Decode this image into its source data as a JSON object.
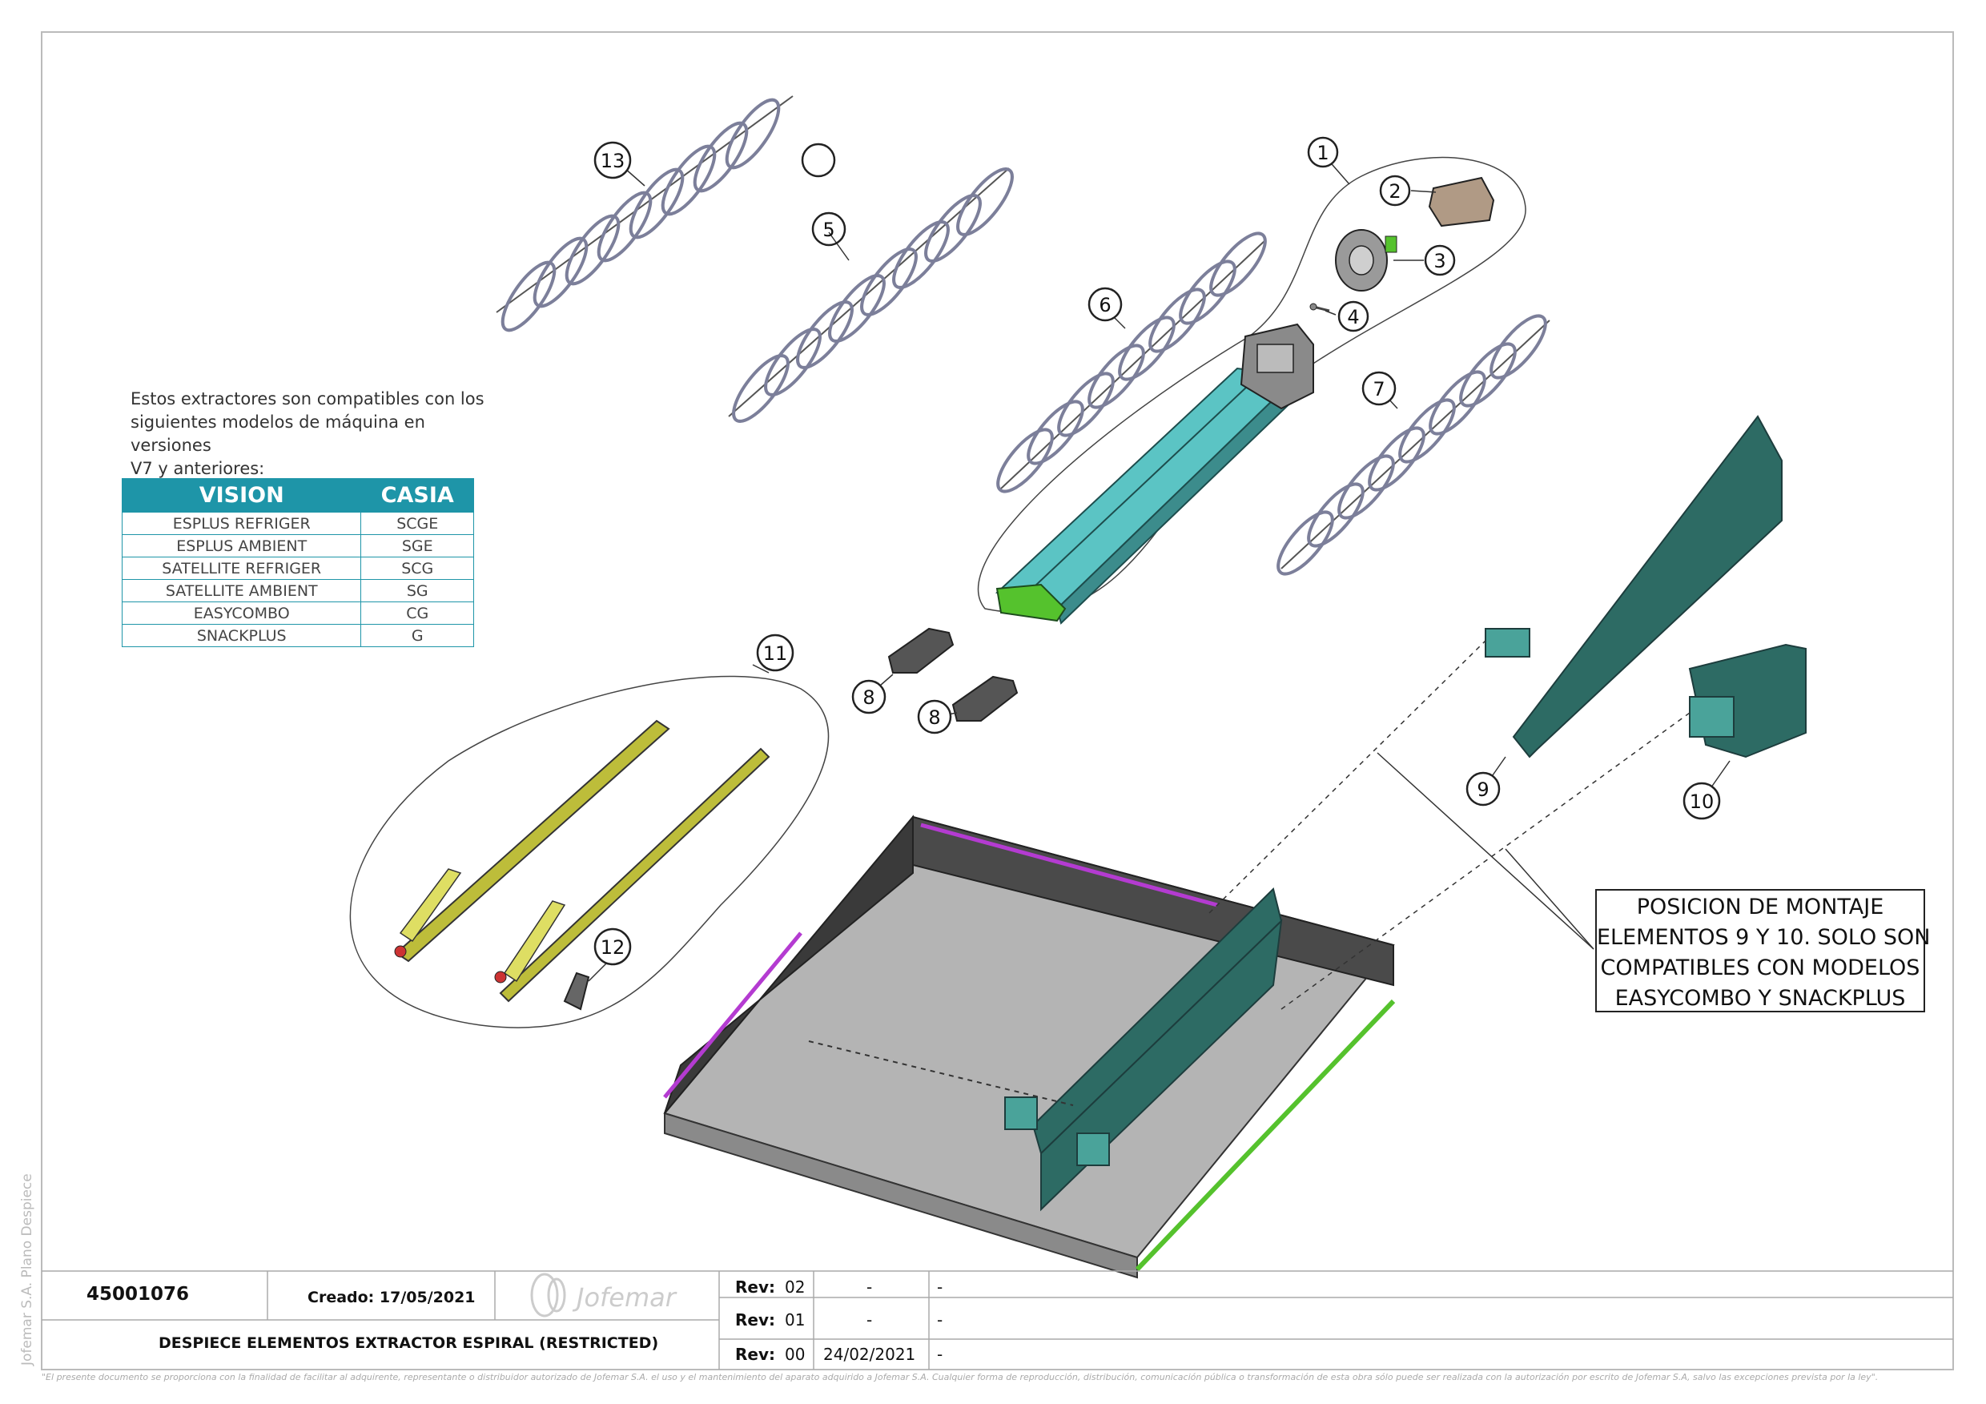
{
  "note": {
    "lines": [
      "Estos extractores son compatibles con los",
      "siguientes modelos de máquina en versiones",
      "V7 y anteriores:"
    ]
  },
  "compat_table": {
    "headers": [
      "VISION",
      "CASIA"
    ],
    "rows": [
      [
        "ESPLUS REFRIGER",
        "SCGE"
      ],
      [
        "ESPLUS AMBIENT",
        "SGE"
      ],
      [
        "SATELLITE REFRIGER",
        "SCG"
      ],
      [
        "SATELLITE AMBIENT",
        "SG"
      ],
      [
        "EASYCOMBO",
        "CG"
      ],
      [
        "SNACKPLUS",
        "G"
      ]
    ]
  },
  "callout": {
    "lines": [
      "POSICION DE MONTAJE",
      "ELEMENTOS 9 Y 10. SOLO SON",
      "COMPATIBLES CON MODELOS",
      "EASYCOMBO Y SNACKPLUS"
    ]
  },
  "balloons": [
    "1",
    "2",
    "3",
    "4",
    "5",
    "6",
    "7",
    "8",
    "8",
    "9",
    "10",
    "11",
    "12",
    "13"
  ],
  "title_block": {
    "part_number": "45001076",
    "created": "Creado: 17/05/2021",
    "logo": "Jofemar",
    "description": "DESPIECE ELEMENTOS EXTRACTOR ESPIRAL (RESTRICTED)",
    "rev_label": "Rev:",
    "revisions": [
      {
        "rev": "02",
        "date": "-",
        "note": "-"
      },
      {
        "rev": "01",
        "date": "-",
        "note": "-"
      },
      {
        "rev": "00",
        "date": "24/02/2021",
        "note": "-"
      }
    ]
  },
  "side_text": "Jofemar S.A. Plano Despiece",
  "footer": "\"El presente documento se proporciona con la finalidad de facilitar al adquirente, representante o distribuidor autorizado de Jofemar S.A. el uso y el mantenimiento del aparato adquirido a Jofemar S.A. Cualquier forma de reproducción, distribución, comunicación pública o transformación de esta obra sólo puede ser realizada con la autorización por escrito de Jofemar S.A, salvo las excepciones prevista por la ley\".",
  "colors": {
    "table_header": "#1e95a8",
    "panel_teal": "#2d6b64",
    "tray_gray": "#9a9a9a",
    "rail_yellow": "#bdbd3a",
    "accent_purple": "#b43bd1",
    "rail_green": "#55c22d",
    "channel_cyan": "#5bc4c4",
    "spring": "#7c7f9a"
  }
}
